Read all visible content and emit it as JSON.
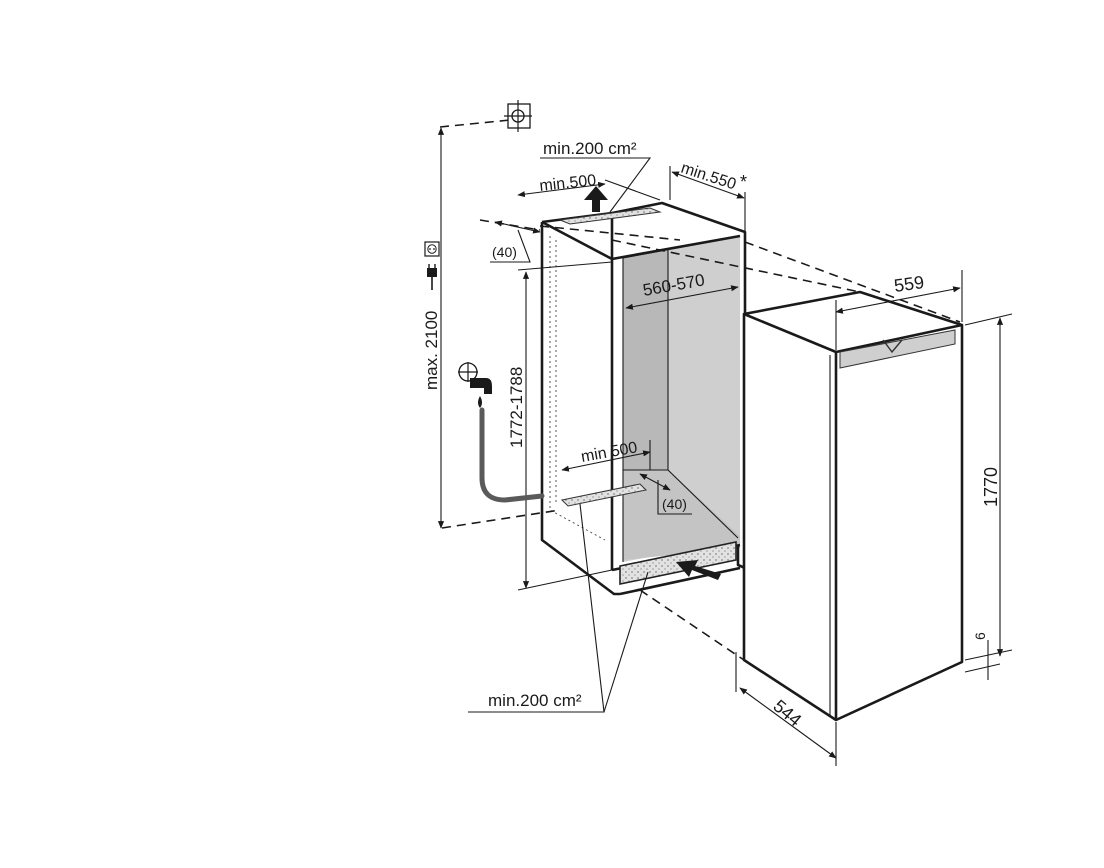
{
  "labels": {
    "top_vent_area": "min.200 cm²",
    "top_vent_depth": "min.500",
    "top_offset": "(40)",
    "niche_depth": "min.550",
    "niche_depth_note": "*",
    "niche_width": "560-570",
    "niche_height": "1772-1788",
    "max_height": "max. 2100",
    "bottom_vent_depth": "min 500",
    "bottom_offset": "(40)",
    "bottom_vent_area": "min.200 cm²",
    "appliance_width": "559",
    "appliance_height": "1770",
    "plinth_gap": "6",
    "appliance_depth": "544"
  },
  "icons": [
    "plumb-level-icon",
    "power-socket-icon",
    "plug-icon",
    "water-tap-icon"
  ],
  "colors": {
    "line": "#1a1a1a",
    "niche_inner": "#c9c9c9",
    "niche_side": "#b9b9b9",
    "water_hose": "#5a5a5a",
    "vent_grille": "#dcdcdc"
  }
}
